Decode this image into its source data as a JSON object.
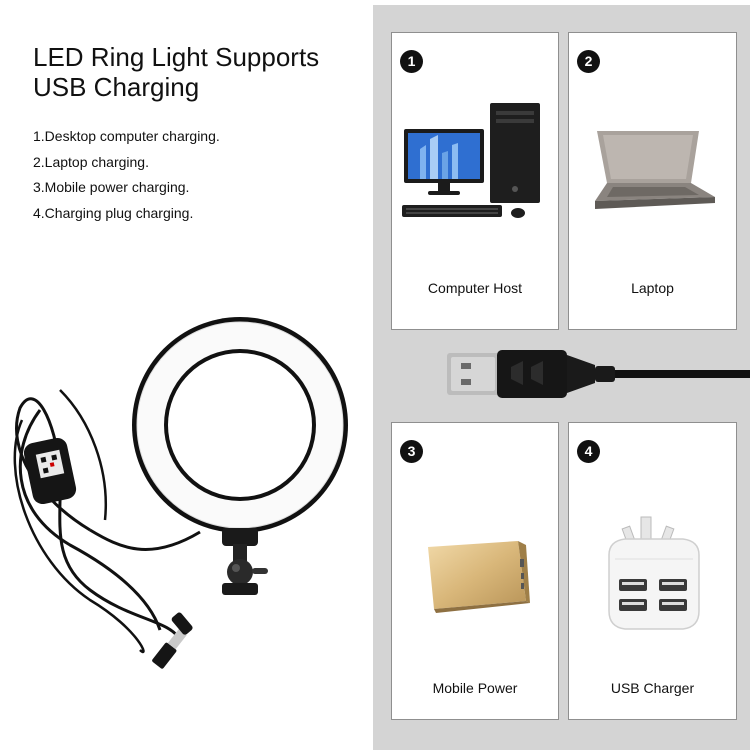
{
  "heading": {
    "line1": "LED Ring Light Supports",
    "line2": "USB Charging"
  },
  "features": [
    "1.Desktop computer charging.",
    "2.Laptop charging.",
    "3.Mobile power charging.",
    "4.Charging plug charging."
  ],
  "options": [
    {
      "number": "1",
      "label": "Computer Host",
      "icon": "desktop-computer-icon"
    },
    {
      "number": "2",
      "label": "Laptop",
      "icon": "laptop-icon"
    },
    {
      "number": "3",
      "label": "Mobile Power",
      "icon": "power-bank-icon"
    },
    {
      "number": "4",
      "label": "USB Charger",
      "icon": "usb-charger-icon"
    }
  ],
  "colors": {
    "panel_background": "#d4d4d4",
    "card_border": "#8f8f8f",
    "badge": "#111111"
  }
}
